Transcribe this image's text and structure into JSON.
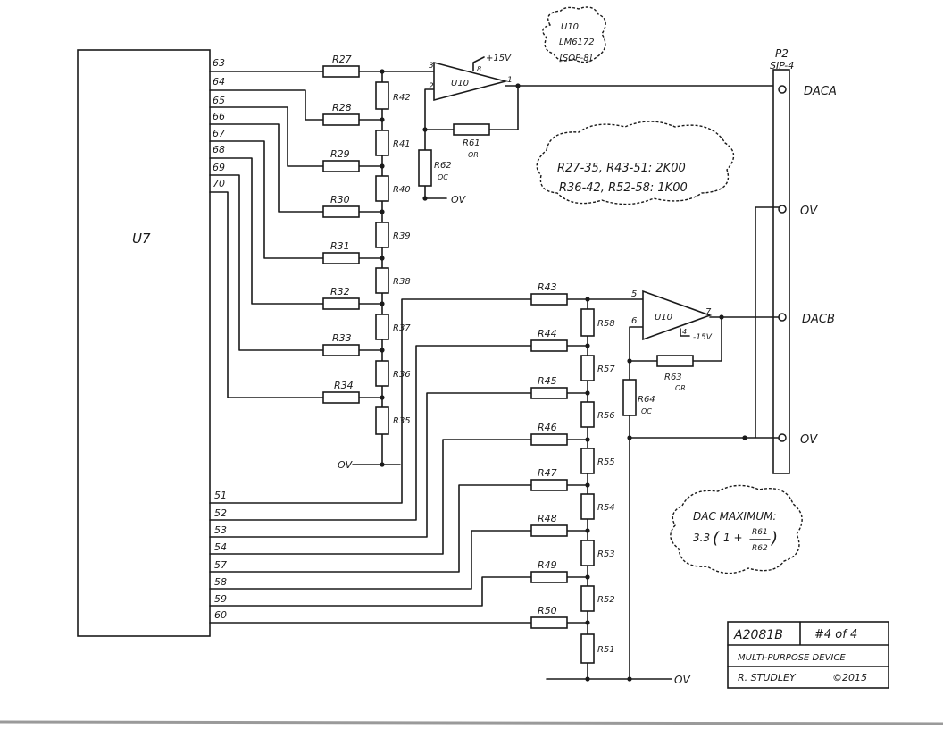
{
  "u7": {
    "label": "U7"
  },
  "u7_pins": {
    "p63": "63",
    "p64": "64",
    "p65": "65",
    "p66": "66",
    "p67": "67",
    "p68": "68",
    "p69": "69",
    "p70": "70",
    "p51": "51",
    "p52": "52",
    "p53": "53",
    "p54": "54",
    "p57": "57",
    "p58": "58",
    "p59": "59",
    "p60": "60"
  },
  "resistors": {
    "r27": "R27",
    "r28": "R28",
    "r29": "R29",
    "r30": "R30",
    "r31": "R31",
    "r32": "R32",
    "r33": "R33",
    "r34": "R34",
    "r35": "R35",
    "r36": "R36",
    "r37": "R37",
    "r38": "R38",
    "r39": "R39",
    "r40": "R40",
    "r41": "R41",
    "r42": "R42",
    "r43": "R43",
    "r44": "R44",
    "r45": "R45",
    "r46": "R46",
    "r47": "R47",
    "r48": "R48",
    "r49": "R49",
    "r50": "R50",
    "r51": "R51",
    "r52": "R52",
    "r53": "R53",
    "r54": "R54",
    "r55": "R55",
    "r56": "R56",
    "r57": "R57",
    "r58": "R58",
    "r61": "R61",
    "r62": "R62",
    "r63": "R63",
    "r64": "R64"
  },
  "resistor_values": {
    "r61": "OR",
    "r62": "OC",
    "r63": "OR",
    "r64": "OC"
  },
  "opamp_a": {
    "label": "U10",
    "pin_pos": "3",
    "pin_neg": "2",
    "pin_out": "1",
    "pin_sup": "8",
    "supply": "+15V"
  },
  "opamp_b": {
    "label": "U10",
    "pin_pos": "5",
    "pin_neg": "6",
    "pin_out": "7",
    "pin_sup": "4",
    "supply": "-15V"
  },
  "u10_note": {
    "line1": "U10",
    "line2": "LM6172",
    "line3": "[SOP-8]"
  },
  "connector": {
    "ref": "P2",
    "type": "SIP-4",
    "pins": [
      {
        "label": "DACA"
      },
      {
        "label": "OV"
      },
      {
        "label": "DACB"
      },
      {
        "label": "OV"
      }
    ]
  },
  "ground_labels": {
    "ladder_a": "OV",
    "ladder_b": "OV",
    "amp_a": "OV"
  },
  "values_note": {
    "line1": "R27-35, R43-51: 2K00",
    "line2": "R36-42, R52-58: 1K00"
  },
  "dac_note": {
    "line1": "DAC MAXIMUM:",
    "prefix": "3.3",
    "open": "(",
    "one": "1 +",
    "num": "R61",
    "den": "R62",
    "close": ")"
  },
  "title_block": {
    "part": "A2081B",
    "sheet": "#4 of 4",
    "title": "MULTI-PURPOSE DEVICE",
    "author": "R. STUDLEY",
    "year": "©2015"
  }
}
